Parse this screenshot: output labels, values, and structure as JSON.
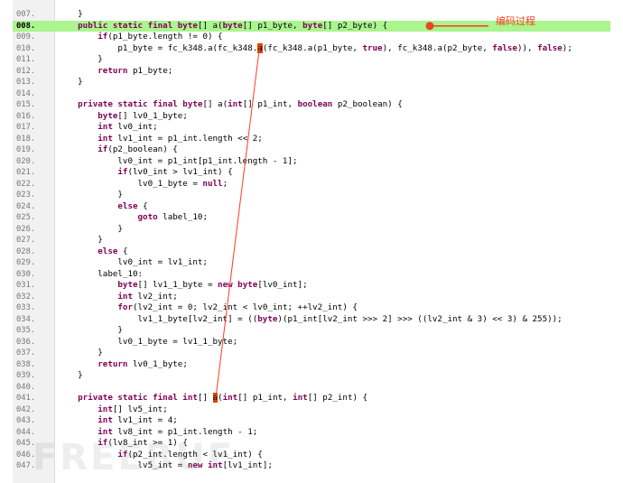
{
  "annotation": {
    "label": "编码过程",
    "color": "#ff3b1f"
  },
  "watermark": "FREEBUF",
  "colors": {
    "highlight_line": "#aaf58e",
    "keyword": "#7f0055",
    "marker": "#d04a00"
  },
  "lines": [
    {
      "num": "007.",
      "highlight": false,
      "segments": [
        {
          "t": "    }",
          "k": false
        }
      ]
    },
    {
      "num": "008.",
      "highlight": true,
      "segments": [
        {
          "t": "    ",
          "k": false
        },
        {
          "t": "public static final byte",
          "k": true
        },
        {
          "t": "[] a(",
          "k": false
        },
        {
          "t": "byte",
          "k": true
        },
        {
          "t": "[] p1_byte, ",
          "k": false
        },
        {
          "t": "byte",
          "k": true
        },
        {
          "t": "[] p2_byte) {",
          "k": false
        }
      ]
    },
    {
      "num": "009.",
      "highlight": false,
      "segments": [
        {
          "t": "        ",
          "k": false
        },
        {
          "t": "if",
          "k": true
        },
        {
          "t": "(p1_byte.length != 0) {",
          "k": false
        }
      ]
    },
    {
      "num": "010.",
      "highlight": false,
      "segments": [
        {
          "t": "            p1_byte = fc_k348.a(fc_k348.",
          "k": false
        },
        {
          "t": "a",
          "k": false,
          "mark": true
        },
        {
          "t": "(fc_k348.a(p1_byte, ",
          "k": false
        },
        {
          "t": "true",
          "k": true
        },
        {
          "t": "), fc_k348.a(p2_byte, ",
          "k": false
        },
        {
          "t": "false",
          "k": true
        },
        {
          "t": ")), ",
          "k": false
        },
        {
          "t": "false",
          "k": true
        },
        {
          "t": ");",
          "k": false
        }
      ]
    },
    {
      "num": "011.",
      "highlight": false,
      "segments": [
        {
          "t": "        }",
          "k": false
        }
      ]
    },
    {
      "num": "012.",
      "highlight": false,
      "segments": [
        {
          "t": "        ",
          "k": false
        },
        {
          "t": "return",
          "k": true
        },
        {
          "t": " p1_byte;",
          "k": false
        }
      ]
    },
    {
      "num": "013.",
      "highlight": false,
      "segments": [
        {
          "t": "    }",
          "k": false
        }
      ]
    },
    {
      "num": "014.",
      "highlight": false,
      "segments": []
    },
    {
      "num": "015.",
      "highlight": false,
      "segments": [
        {
          "t": "    ",
          "k": false
        },
        {
          "t": "private static final byte",
          "k": true
        },
        {
          "t": "[] a(",
          "k": false
        },
        {
          "t": "int",
          "k": true
        },
        {
          "t": "[] p1_int, ",
          "k": false
        },
        {
          "t": "boolean",
          "k": true
        },
        {
          "t": " p2_boolean) {",
          "k": false
        }
      ]
    },
    {
      "num": "016.",
      "highlight": false,
      "segments": [
        {
          "t": "        ",
          "k": false
        },
        {
          "t": "byte",
          "k": true
        },
        {
          "t": "[] lv0_1_byte;",
          "k": false
        }
      ]
    },
    {
      "num": "017.",
      "highlight": false,
      "segments": [
        {
          "t": "        ",
          "k": false
        },
        {
          "t": "int",
          "k": true
        },
        {
          "t": " lv0_int;",
          "k": false
        }
      ]
    },
    {
      "num": "018.",
      "highlight": false,
      "segments": [
        {
          "t": "        ",
          "k": false
        },
        {
          "t": "int",
          "k": true
        },
        {
          "t": " lv1_int = p1_int.length << 2;",
          "k": false
        }
      ]
    },
    {
      "num": "019.",
      "highlight": false,
      "segments": [
        {
          "t": "        ",
          "k": false
        },
        {
          "t": "if",
          "k": true
        },
        {
          "t": "(p2_boolean) {",
          "k": false
        }
      ]
    },
    {
      "num": "020.",
      "highlight": false,
      "segments": [
        {
          "t": "            lv0_int = p1_int[p1_int.length - 1];",
          "k": false
        }
      ]
    },
    {
      "num": "021.",
      "highlight": false,
      "segments": [
        {
          "t": "            ",
          "k": false
        },
        {
          "t": "if",
          "k": true
        },
        {
          "t": "(lv0_int > lv1_int) {",
          "k": false
        }
      ]
    },
    {
      "num": "022.",
      "highlight": false,
      "segments": [
        {
          "t": "                lv0_1_byte = ",
          "k": false
        },
        {
          "t": "null",
          "k": true
        },
        {
          "t": ";",
          "k": false
        }
      ]
    },
    {
      "num": "023.",
      "highlight": false,
      "segments": [
        {
          "t": "            }",
          "k": false
        }
      ]
    },
    {
      "num": "024.",
      "highlight": false,
      "segments": [
        {
          "t": "            ",
          "k": false
        },
        {
          "t": "else",
          "k": true
        },
        {
          "t": " {",
          "k": false
        }
      ]
    },
    {
      "num": "025.",
      "highlight": false,
      "segments": [
        {
          "t": "                ",
          "k": false
        },
        {
          "t": "goto",
          "k": true
        },
        {
          "t": " label_10;",
          "k": false
        }
      ]
    },
    {
      "num": "026.",
      "highlight": false,
      "segments": [
        {
          "t": "            }",
          "k": false
        }
      ]
    },
    {
      "num": "027.",
      "highlight": false,
      "segments": [
        {
          "t": "        }",
          "k": false
        }
      ]
    },
    {
      "num": "028.",
      "highlight": false,
      "segments": [
        {
          "t": "        ",
          "k": false
        },
        {
          "t": "else",
          "k": true
        },
        {
          "t": " {",
          "k": false
        }
      ]
    },
    {
      "num": "029.",
      "highlight": false,
      "segments": [
        {
          "t": "            lv0_int = lv1_int;",
          "k": false
        }
      ]
    },
    {
      "num": "030.",
      "highlight": false,
      "segments": [
        {
          "t": "        label_10:",
          "k": false
        }
      ]
    },
    {
      "num": "031.",
      "highlight": false,
      "segments": [
        {
          "t": "            ",
          "k": false
        },
        {
          "t": "byte",
          "k": true
        },
        {
          "t": "[] lv1_1_byte = ",
          "k": false
        },
        {
          "t": "new byte",
          "k": true
        },
        {
          "t": "[lv0_int];",
          "k": false
        }
      ]
    },
    {
      "num": "032.",
      "highlight": false,
      "segments": [
        {
          "t": "            ",
          "k": false
        },
        {
          "t": "int",
          "k": true
        },
        {
          "t": " lv2_int;",
          "k": false
        }
      ]
    },
    {
      "num": "033.",
      "highlight": false,
      "segments": [
        {
          "t": "            ",
          "k": false
        },
        {
          "t": "for",
          "k": true
        },
        {
          "t": "(lv2_int = 0; lv2_int < lv0_int; ++lv2_int) {",
          "k": false
        }
      ]
    },
    {
      "num": "034.",
      "highlight": false,
      "segments": [
        {
          "t": "                lv1_1_byte[lv2_int] = ((",
          "k": false
        },
        {
          "t": "byte",
          "k": true
        },
        {
          "t": ")(p1_int[lv2_int >>> 2] >>> ((lv2_int & 3) << 3) & 255));",
          "k": false
        }
      ]
    },
    {
      "num": "035.",
      "highlight": false,
      "segments": [
        {
          "t": "            }",
          "k": false
        }
      ]
    },
    {
      "num": "036.",
      "highlight": false,
      "segments": [
        {
          "t": "            lv0_1_byte = lv1_1_byte;",
          "k": false
        }
      ]
    },
    {
      "num": "037.",
      "highlight": false,
      "segments": [
        {
          "t": "        }",
          "k": false
        }
      ]
    },
    {
      "num": "038.",
      "highlight": false,
      "segments": [
        {
          "t": "        ",
          "k": false
        },
        {
          "t": "return",
          "k": true
        },
        {
          "t": " lv0_1_byte;",
          "k": false
        }
      ]
    },
    {
      "num": "039.",
      "highlight": false,
      "segments": [
        {
          "t": "    }",
          "k": false
        }
      ]
    },
    {
      "num": "040.",
      "highlight": false,
      "segments": []
    },
    {
      "num": "041.",
      "highlight": false,
      "segments": [
        {
          "t": "    ",
          "k": false
        },
        {
          "t": "private static final int",
          "k": true
        },
        {
          "t": "[] ",
          "k": false
        },
        {
          "t": "a",
          "k": false,
          "mark": true
        },
        {
          "t": "(",
          "k": false
        },
        {
          "t": "int",
          "k": true
        },
        {
          "t": "[] p1_int, ",
          "k": false
        },
        {
          "t": "int",
          "k": true
        },
        {
          "t": "[] p2_int) {",
          "k": false
        }
      ]
    },
    {
      "num": "042.",
      "highlight": false,
      "segments": [
        {
          "t": "        ",
          "k": false
        },
        {
          "t": "int",
          "k": true
        },
        {
          "t": "[] lv5_int;",
          "k": false
        }
      ]
    },
    {
      "num": "043.",
      "highlight": false,
      "segments": [
        {
          "t": "        ",
          "k": false
        },
        {
          "t": "int",
          "k": true
        },
        {
          "t": " lv1_int = 4;",
          "k": false
        }
      ]
    },
    {
      "num": "044.",
      "highlight": false,
      "segments": [
        {
          "t": "        ",
          "k": false
        },
        {
          "t": "int",
          "k": true
        },
        {
          "t": " lv8_int = p1_int.length - 1;",
          "k": false
        }
      ]
    },
    {
      "num": "045.",
      "highlight": false,
      "segments": [
        {
          "t": "        ",
          "k": false
        },
        {
          "t": "if",
          "k": true
        },
        {
          "t": "(lv8_int >= 1) {",
          "k": false
        }
      ]
    },
    {
      "num": "046.",
      "highlight": false,
      "segments": [
        {
          "t": "            ",
          "k": false
        },
        {
          "t": "if",
          "k": true
        },
        {
          "t": "(p2_int.length < lv1_int) {",
          "k": false
        }
      ]
    },
    {
      "num": "047.",
      "highlight": false,
      "segments": [
        {
          "t": "                lv5_int = ",
          "k": false
        },
        {
          "t": "new int",
          "k": true
        },
        {
          "t": "[lv1_int];",
          "k": false
        }
      ]
    }
  ]
}
